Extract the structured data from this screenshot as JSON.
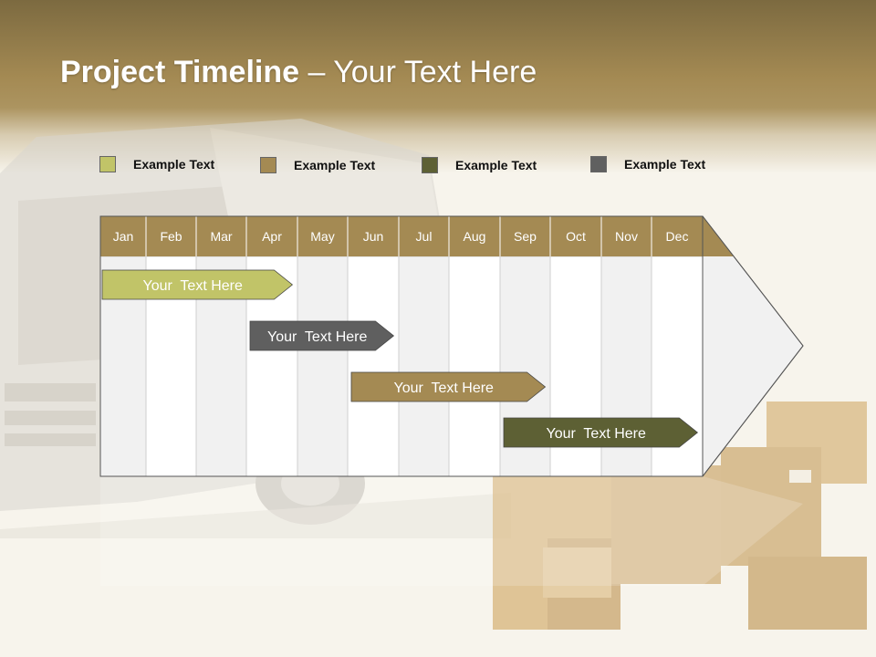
{
  "title": {
    "bold": "Project Timeline",
    "rest": " – Your Text Here"
  },
  "legend": [
    {
      "label": "Example Text",
      "color": "#c1c468"
    },
    {
      "label": "Example Text",
      "color": "#a48a53"
    },
    {
      "label": "Example Text",
      "color": "#5d6034"
    },
    {
      "label": "Example Text",
      "color": "#606060"
    }
  ],
  "months": [
    "Jan",
    "Feb",
    "Mar",
    "Apr",
    "May",
    "Jun",
    "Jul",
    "Aug",
    "Sep",
    "Oct",
    "Nov",
    "Dec"
  ],
  "tasks": [
    {
      "label": "Your  Text Here",
      "color": "#c1c468",
      "start_month": "Jan",
      "end_month": "Apr"
    },
    {
      "label": "Your  Text Here",
      "color": "#5f5f5f",
      "start_month": "Apr",
      "end_month": "Jun"
    },
    {
      "label": "Your  Text Here",
      "color": "#a48a53",
      "start_month": "Jun",
      "end_month": "Sep"
    },
    {
      "label": "Your  Text Here",
      "color": "#5d6034",
      "start_month": "Sep",
      "end_month": "Dec"
    }
  ],
  "colors": {
    "header_month": "#a48a53",
    "column_light": "#f1f1f1",
    "column_white": "#ffffff"
  }
}
